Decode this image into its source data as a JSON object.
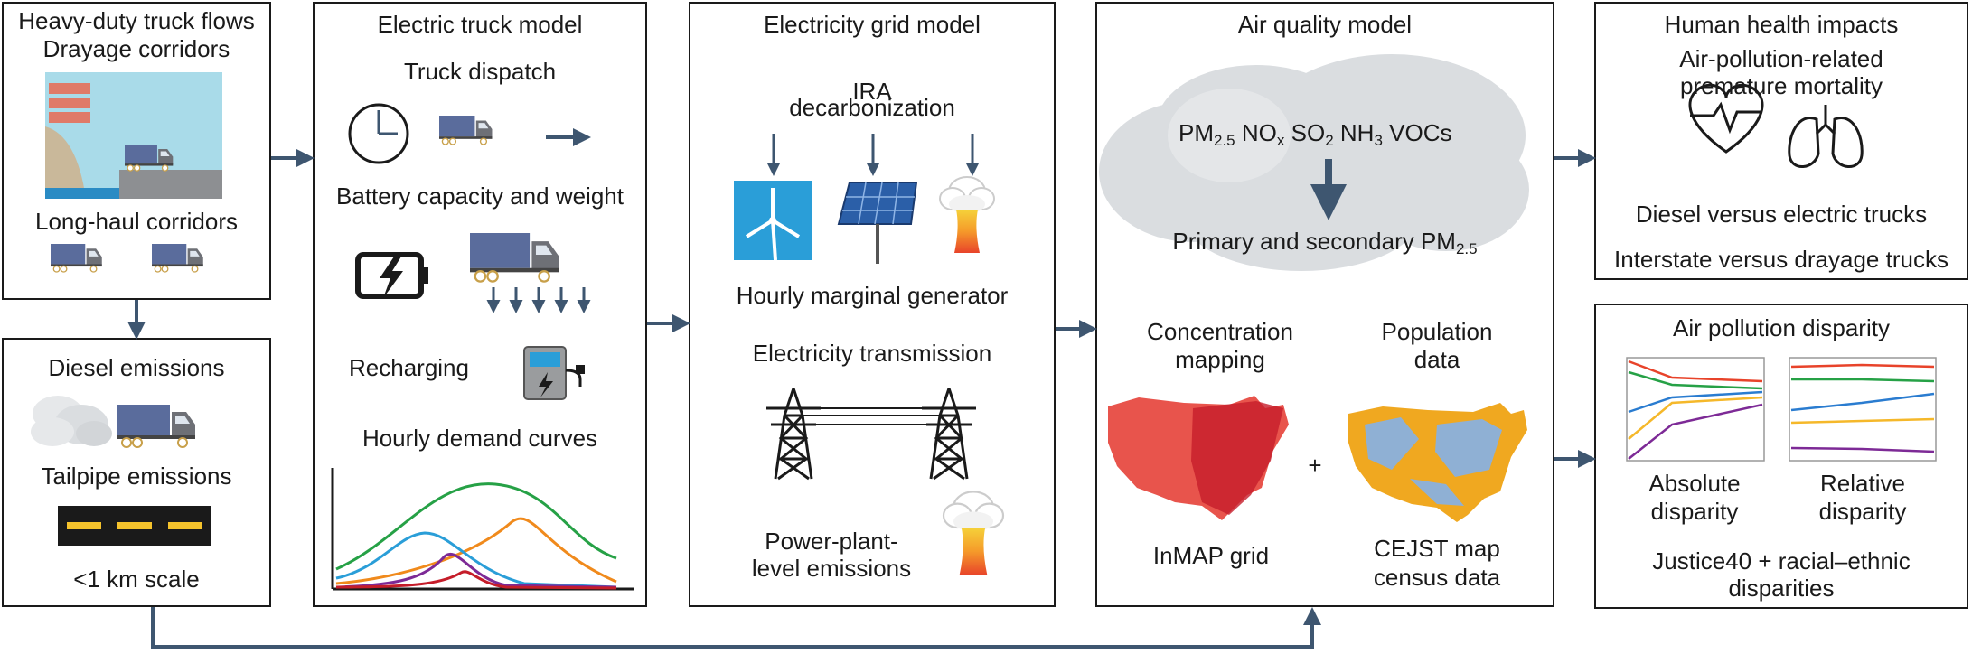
{
  "colors": {
    "arrow": "#3e5670",
    "truck": "#5a6c9c",
    "sky": "#a9dbe9",
    "wall": "#e07a68",
    "cloud": "#dadde0",
    "green": "#26a146",
    "orange": "#f08a1c",
    "blue": "#2a9ed8",
    "red": "#c51d2a",
    "purple": "#7d2a96"
  },
  "icons": [
    "clock-icon",
    "battery-icon",
    "charging-station-icon",
    "wind-turbine-icon",
    "solar-panel-icon",
    "power-plant-icon",
    "transmission-tower-icon",
    "heart-icon",
    "lungs-icon"
  ],
  "box1": {
    "title1": "Heavy-duty truck flows",
    "title2": "Drayage corridors",
    "sub": "Long-haul corridors"
  },
  "box2": {
    "title": "Diesel emissions",
    "tailpipe": "Tailpipe emissions",
    "scale": "<1 km scale"
  },
  "box3": {
    "title": "Electric truck model",
    "dispatch": "Truck dispatch",
    "battery": "Battery capacity and weight",
    "recharging": "Recharging",
    "demand": "Hourly demand curves"
  },
  "box4": {
    "title": "Electricity grid model",
    "ira1": "IRA",
    "ira2": "decarbonization",
    "marginal": "Hourly marginal generator",
    "transmission": "Electricity transmission",
    "pp1": "Power-plant-",
    "pp2": "level emissions"
  },
  "box5": {
    "title": "Air quality model",
    "pm": "PM",
    "pm_sub": "2.5",
    "nox": "NO",
    "nox_sub": "x",
    "so": "SO",
    "so_sub": "2",
    "nh": "NH",
    "nh_sub": "3",
    "voc": "VOCs",
    "primary": "Primary and secondary PM",
    "primary_sub": "2.5",
    "conc1": "Concentration",
    "conc2": "mapping",
    "pop1": "Population",
    "pop2": "data",
    "plus": "+",
    "inmap": "InMAP grid",
    "cejst1": "CEJST map",
    "cejst2": "census data"
  },
  "box6": {
    "title": "Human health impacts",
    "sub1": "Air-pollution-related",
    "sub2": "premature mortality",
    "diesel": "Diesel versus electric trucks",
    "interstate": "Interstate versus drayage trucks"
  },
  "box7": {
    "title": "Air pollution disparity",
    "abs1": "Absolute",
    "abs2": "disparity",
    "rel1": "Relative",
    "rel2": "disparity",
    "j1": "Justice40 + racial–ethnic",
    "j2": "disparities"
  }
}
